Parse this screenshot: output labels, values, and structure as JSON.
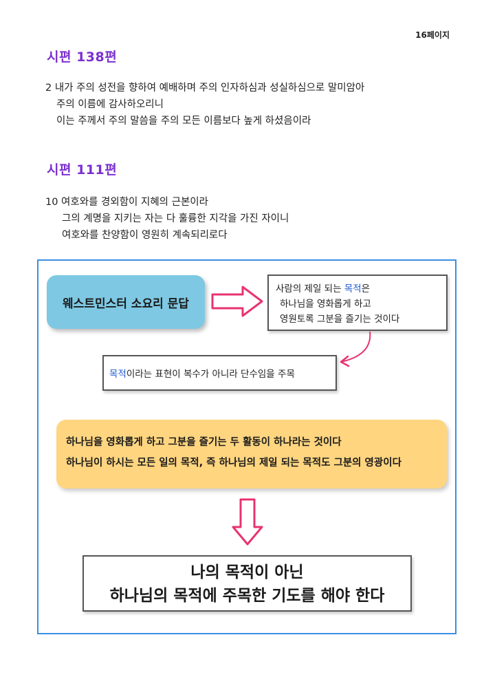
{
  "page_number": "16페이지",
  "sections": [
    {
      "title": "시편 138편",
      "lines": [
        "2 내가 주의 성전을 향하여 예배하며 주의 인자하심과 성실하심으로 말미암아",
        "주의 이름에 감사하오리니",
        "이는 주께서 주의 말씀을 주의 모든 이름보다 높게 하셨음이라"
      ]
    },
    {
      "title": "시편 111편",
      "lines": [
        "10 여호와를 경외함이 지혜의 근본이라",
        "그의 계명을 지키는 자는 다 훌륭한 지각을 가진 자이니",
        "여호와를 찬양함이 영원히 계속되리로다"
      ]
    }
  ],
  "diagram": {
    "wsc_label": "웨스트민스터 소요리 문답",
    "answer": {
      "line1_prefix": "사람의 제일 되는 ",
      "line1_highlight": "목적",
      "line1_suffix": "은",
      "line2": "하나님을 영화롭게 하고",
      "line3": "영원토록 그분을 즐기는 것이다"
    },
    "singular_note": {
      "highlight": "목적",
      "rest": "이라는 표현이 복수가 아니라 단수임을 주목"
    },
    "summary": [
      "하나님을 영화롭게 하고 그분을 즐기는 두 활동이 하나라는 것이다",
      "하나님이 하시는 모든 일의 목적, 즉 하나님의 제일 되는 목적도 그분의 영광이다"
    ],
    "conclusion": [
      "나의 목적이 아닌",
      "하나님의 목적에 주목한 기도를 해야 한다"
    ],
    "colors": {
      "title_purple": "#7b2fd0",
      "frame_blue": "#3a8ee6",
      "highlight_blue": "#1f5ad1",
      "box_blue": "#7ec8e3",
      "box_yellow": "#ffd580",
      "arrow_pink": "#e8336f"
    }
  }
}
